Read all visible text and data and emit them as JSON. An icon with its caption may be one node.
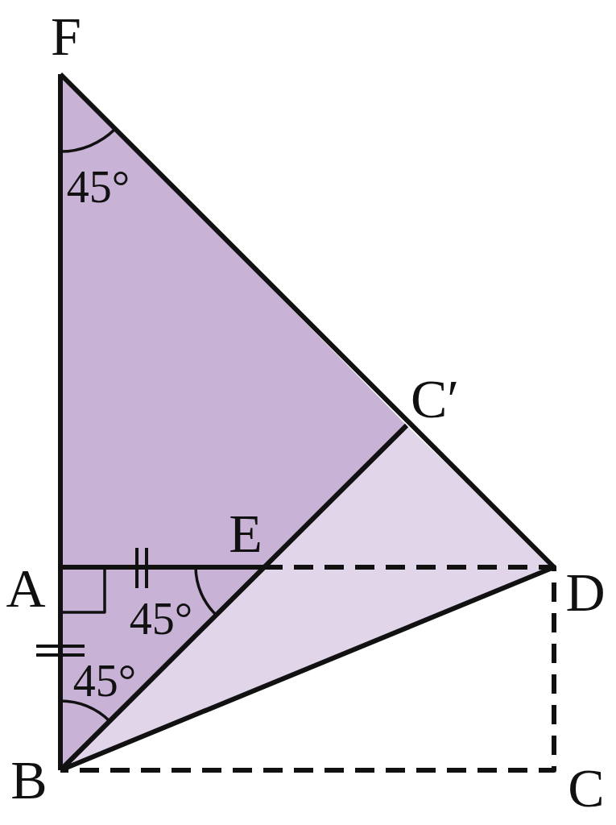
{
  "diagram": {
    "labels": [
      "F",
      "45°",
      "C′",
      "E",
      "A",
      "D",
      "45°",
      "45°",
      "B",
      "C"
    ]
  }
}
